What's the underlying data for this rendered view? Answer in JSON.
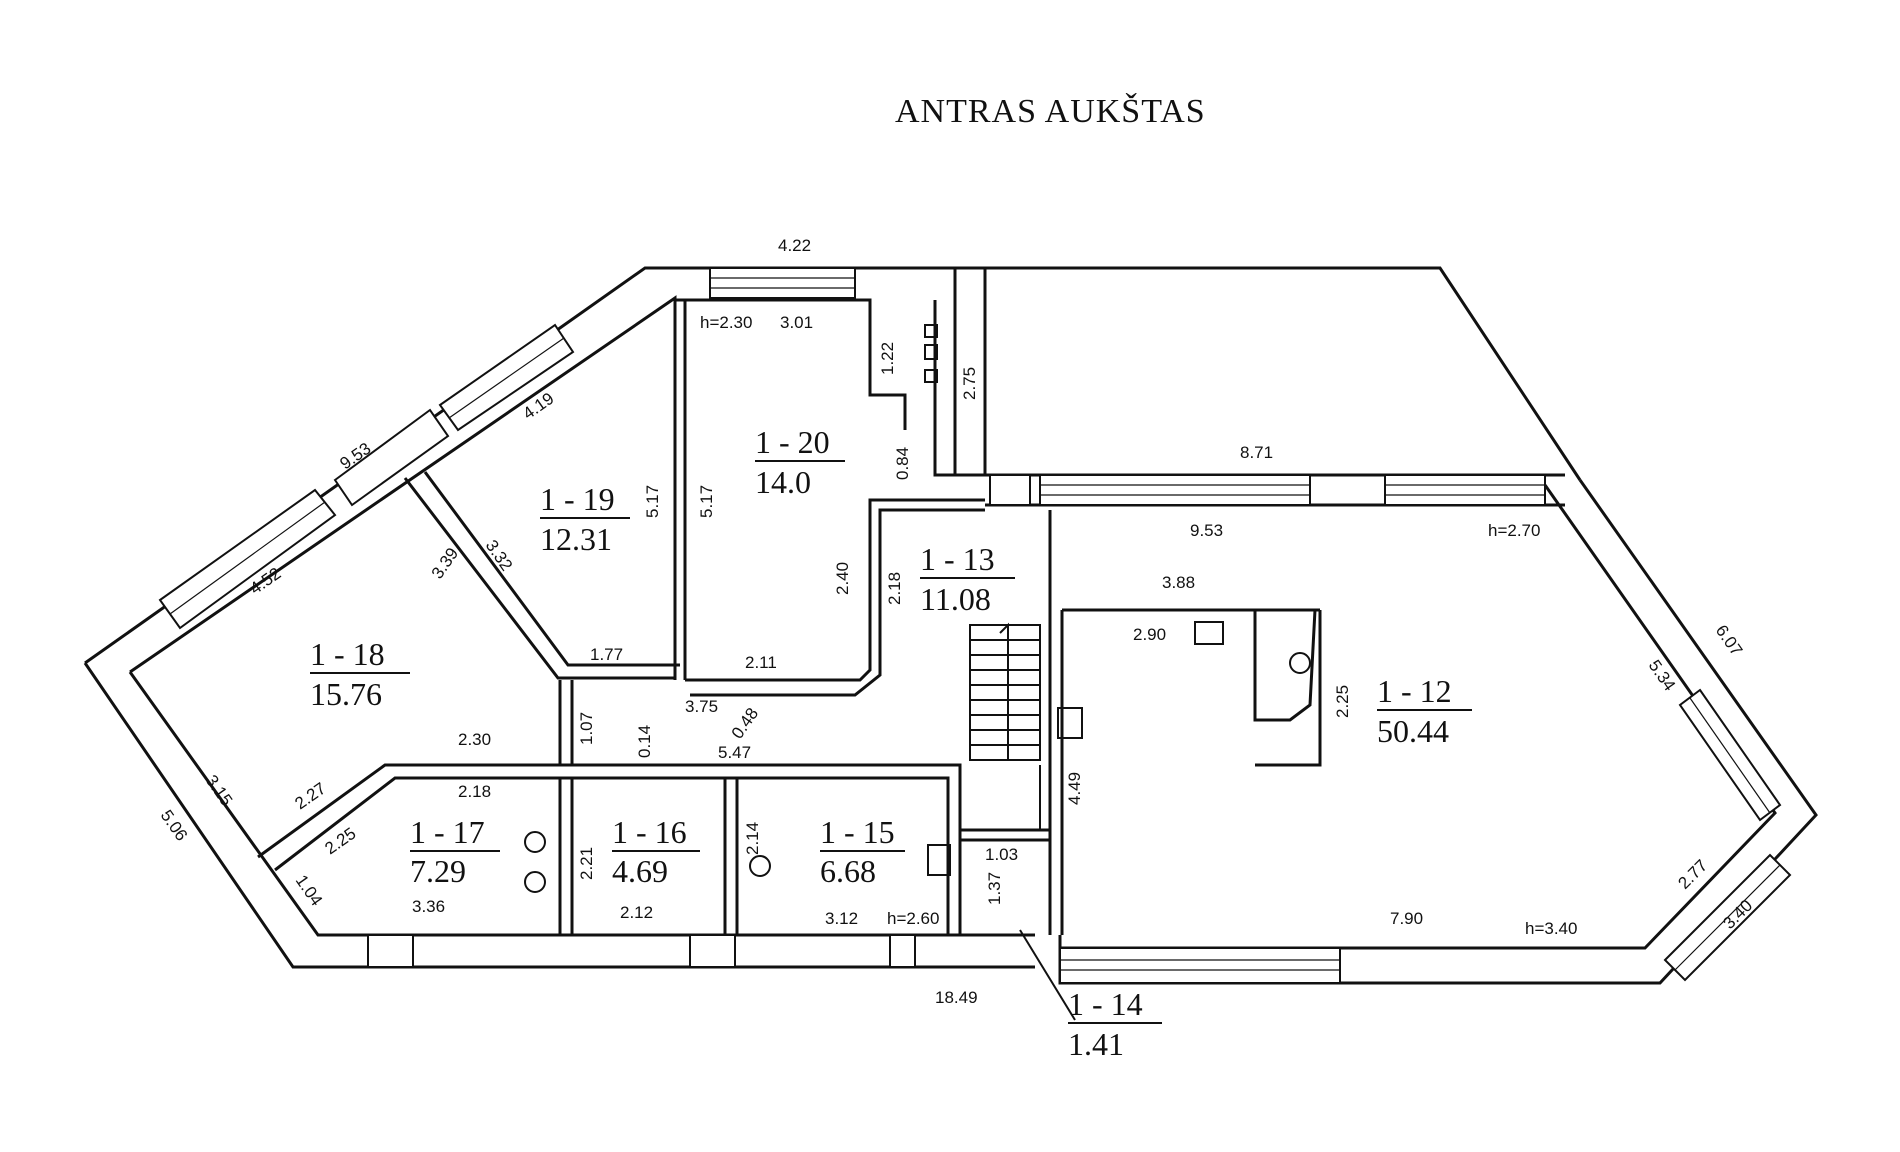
{
  "title": "ANTRAS AUKŠTAS",
  "rooms": [
    {
      "id": "1 - 12",
      "area": "50.44"
    },
    {
      "id": "1 - 13",
      "area": "11.08"
    },
    {
      "id": "1 - 14",
      "area": "1.41"
    },
    {
      "id": "1 - 15",
      "area": "6.68"
    },
    {
      "id": "1 - 16",
      "area": "4.69"
    },
    {
      "id": "1 - 17",
      "area": "7.29"
    },
    {
      "id": "1 - 18",
      "area": "15.76"
    },
    {
      "id": "1 - 19",
      "area": "12.31"
    },
    {
      "id": "1 - 20",
      "area": "14.0"
    }
  ],
  "dimensions": [
    "4.22",
    "h=2.30",
    "3.01",
    "1.22",
    "2.75",
    "8.71",
    "9.53",
    "4.19",
    "5.17",
    "5.17",
    "0.84",
    "9.53",
    "h=2.70",
    "2.40",
    "2.18",
    "3.32",
    "3.39",
    "4.52",
    "3.88",
    "2.90",
    "2.25",
    "6.07",
    "5.34",
    "1.77",
    "2.11",
    "3.75",
    "0.48",
    "1.07",
    "0.14",
    "3.15",
    "2.30",
    "5.47",
    "2.27",
    "4.49",
    "2.18",
    "2.25",
    "2.21",
    "2.14",
    "1.03",
    "5.06",
    "1.04",
    "3.36",
    "2.12",
    "3.12",
    "h=2.60",
    "1.37",
    "7.90",
    "h=3.40",
    "2.77",
    "3.40",
    "18.49"
  ]
}
